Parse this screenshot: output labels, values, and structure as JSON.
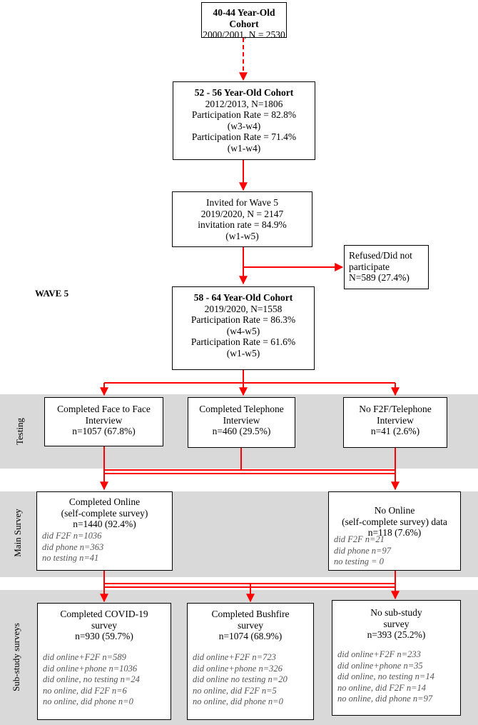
{
  "bands": {
    "testing": "Testing",
    "main_survey": "Main Survey",
    "sub_study": "Sub-study surveys"
  },
  "wave_label": "WAVE 5",
  "box1": {
    "title": "40-44 Year-Old Cohort",
    "line1": "2000/2001, N = 2530"
  },
  "box2": {
    "title": "52 - 56 Year-Old Cohort",
    "line1": "2012/2013, N=1806",
    "line2": "Participation Rate = 82.8%",
    "line3": "(w3-w4)",
    "line4": "Participation Rate = 71.4%",
    "line5": "(w1-w4)"
  },
  "box3": {
    "line1": "Invited for Wave 5",
    "line2": "2019/2020, N = 2147",
    "line3": "invitation rate = 84.9%",
    "line4": "(w1-w5)"
  },
  "refused": {
    "line1": "Refused/Did not",
    "line2": "participate",
    "line3": "N=589 (27.4%)"
  },
  "box4": {
    "title": "58 - 64 Year-Old Cohort",
    "line1": "2019/2020, N=1558",
    "line2": "Participation Rate = 86.3%",
    "line3": "(w4-w5)",
    "line4": "Participation Rate = 61.6%",
    "line5": "(w1-w5)"
  },
  "testing": {
    "f2f": {
      "line1": "Completed Face to Face",
      "line2": "Interview",
      "line3": "n=1057 (67.8%)"
    },
    "phone": {
      "line1": "Completed Telephone",
      "line2": "Interview",
      "line3": "n=460 (29.5%)"
    },
    "none": {
      "line1": "No F2F/Telephone",
      "line2": "Interview",
      "line3": "n=41 (2.6%)"
    }
  },
  "main": {
    "online": {
      "line1": "Completed Online",
      "line2": "(self-complete survey)",
      "line3": "n=1440 (92.4%)",
      "sub": [
        "did F2F n=1036",
        "did phone n=363",
        "no testing n=41"
      ]
    },
    "no_online": {
      "line1": "No Online",
      "line2": "(self-complete survey) data",
      "line3": "n=118 (7.6%)",
      "sub": [
        "did F2F n=21",
        "did phone n=97",
        "no testing = 0"
      ]
    }
  },
  "substudy": {
    "covid": {
      "line1": "Completed COVID-19",
      "line2": "survey",
      "line3": "n=930 (59.7%)",
      "sub": [
        "did online+F2F n=589",
        "did online+phone n=1036",
        "did online, no testing n=24",
        "no online, did F2F  n=6",
        "no online, did phone n=0"
      ]
    },
    "bushfire": {
      "line1": "Completed Bushfire",
      "line2": "survey",
      "line3": "n=1074 (68.9%)",
      "sub": [
        "did online+F2F n=723",
        "did online+phone n=326",
        "did online no testing n=20",
        "no online, did F2F  n=5",
        "no online, did phone n=0"
      ]
    },
    "none": {
      "line1": "No sub-study",
      "line2": "survey",
      "line3": "n=393 (25.2%)",
      "sub": [
        "did online+F2F n=233",
        "did online+phone n=35",
        "did online, no testing n=14",
        "no online, did F2F  n=14",
        "no online, did phone n=97"
      ]
    }
  },
  "colors": {
    "arrow": "#ff0000",
    "band": "#d9d9d9"
  }
}
